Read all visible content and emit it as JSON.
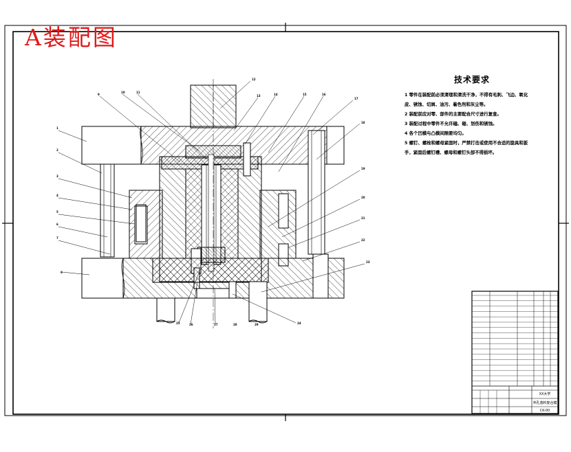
{
  "drawing": {
    "title": "A装配图",
    "title_color": "#e01818"
  },
  "technical_requirements": {
    "heading": "技术要求",
    "items": [
      "1 零件在装配前必须清理和清洗干净，不得有毛刺、飞边、氧化皮、锈蚀、切屑、油污、着色剂和灰尘等。",
      "2 装配前应对零、部件的主要配合尺寸进行复查。",
      "3 装配过程中零件不允许磕、碰、划伤和锈蚀。",
      "4 各个凹模与凸模间隙要均匀。",
      "5 螺钉、螺栓和螺母紧固时，严禁打击或使用不合适的旋具和扳手，紧固后螺钉槽、螺母和螺钉头部不得损坏。"
    ]
  },
  "part_callouts": [
    "1",
    "2",
    "3",
    "4",
    "5",
    "6",
    "7",
    "8",
    "9",
    "10",
    "11",
    "12",
    "13",
    "14",
    "15",
    "16",
    "17",
    "18",
    "19",
    "20",
    "21",
    "22",
    "23",
    "24",
    "25",
    "26",
    "27",
    "28",
    "29"
  ],
  "title_block": {
    "company": "XX大学",
    "drawing_name": "冲孔落料复合模",
    "drawing_number": "CK-00"
  }
}
